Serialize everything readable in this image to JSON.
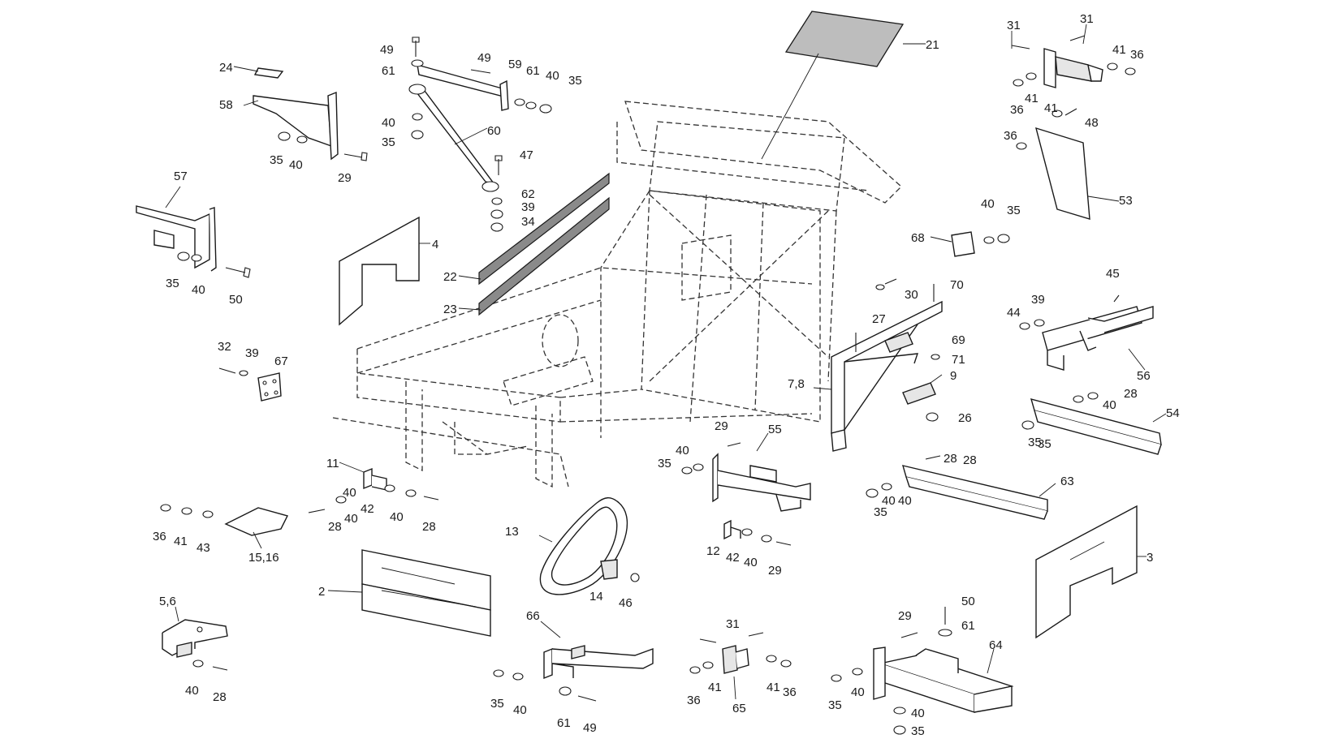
{
  "diagram": {
    "labels": {
      "l2": "2",
      "l3": "3",
      "l4": "4",
      "l56b": "5,6",
      "l78": "7,8",
      "l9": "9",
      "l11": "11",
      "l12": "12",
      "l13": "13",
      "l14": "14",
      "l1516": "15,16",
      "l21": "21",
      "l22": "22",
      "l23": "23",
      "l24": "24",
      "l26": "26",
      "l27": "27",
      "l28a": "28",
      "l28b": "28",
      "l28c": "28",
      "l28d": "28",
      "l28e": "28",
      "l28f": "28",
      "l29a": "29",
      "l29b": "29",
      "l29c": "29",
      "l29d": "29",
      "l30": "30",
      "l31a": "31",
      "l31b": "31",
      "l31c": "31",
      "l32": "32",
      "l34": "34",
      "l35a": "35",
      "l35b": "35",
      "l35c": "35",
      "l35d": "35",
      "l35e": "35",
      "l35f": "35",
      "l35g": "35",
      "l35h": "35",
      "l35i": "35",
      "l35j": "35",
      "l35k": "35",
      "l35l": "35",
      "l36a": "36",
      "l36b": "36",
      "l36c": "36",
      "l36d": "36",
      "l36e": "36",
      "l36f": "36",
      "l39a": "39",
      "l39b": "39",
      "l39c": "39",
      "l40a": "40",
      "l40b": "40",
      "l40c": "40",
      "l40d": "40",
      "l40e": "40",
      "l40f": "40",
      "l40g": "40",
      "l40h": "40",
      "l40i": "40",
      "l40j": "40",
      "l40k": "40",
      "l40l": "40",
      "l40m": "40",
      "l40n": "40",
      "l40o": "40",
      "l40p": "40",
      "l40q": "40",
      "l41a": "41",
      "l41b": "41",
      "l41c": "41",
      "l41d": "41",
      "l41e": "41",
      "l41f": "41",
      "l42a": "42",
      "l42b": "42",
      "l43": "43",
      "l44": "44",
      "l45": "45",
      "l46": "46",
      "l47": "47",
      "l48": "48",
      "l49a": "49",
      "l49b": "49",
      "l49c": "49",
      "l50a": "50",
      "l50b": "50",
      "l53": "53",
      "l54": "54",
      "l55": "55",
      "l56": "56",
      "l57": "57",
      "l58": "58",
      "l59": "59",
      "l60": "60",
      "l61a": "61",
      "l61b": "61",
      "l61c": "61",
      "l61d": "61",
      "l62": "62",
      "l63": "63",
      "l64": "64",
      "l65": "65",
      "l66": "66",
      "l67": "67",
      "l68": "68",
      "l69": "69",
      "l70": "70",
      "l71": "71"
    }
  }
}
